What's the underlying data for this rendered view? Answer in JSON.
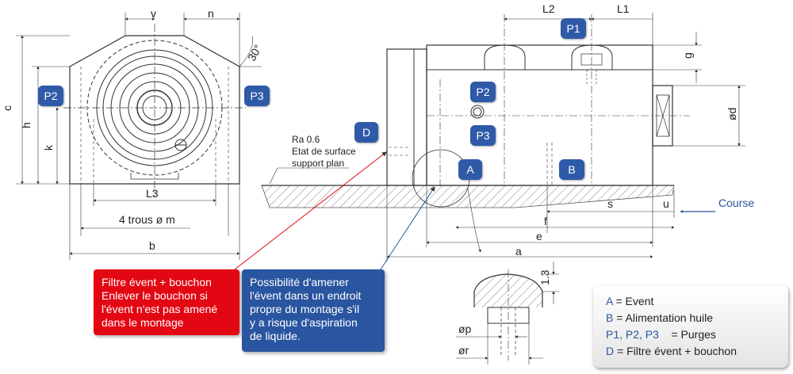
{
  "left_view": {
    "dims": {
      "v": "v",
      "n": "n",
      "angle": "30°",
      "c": "c",
      "h": "h",
      "k": "k",
      "l3": "L3",
      "holes": "4 trous ø m",
      "b": "b"
    }
  },
  "right_view": {
    "dims": {
      "l2": "L2",
      "l1": "L1",
      "g": "g",
      "od": "ød",
      "s": "s",
      "u": "u",
      "f": "f",
      "e": "e",
      "a": "a"
    },
    "note": {
      "line1": "Ra 0.6",
      "line2": "Etat de surface",
      "line3": "support plan"
    },
    "course": "Course"
  },
  "detail_view": {
    "dims": {
      "h13": "1.3",
      "op": "øp",
      "or": "ør"
    }
  },
  "badges": {
    "p1": "P1",
    "p2": "P2",
    "p3": "P3",
    "d": "D",
    "a": "A",
    "b": "B"
  },
  "callouts": {
    "red": [
      "Filtre évent + bouchon",
      "Enlever le bouchon si",
      "l'évent n'est pas amené",
      "dans le montage"
    ],
    "blue": [
      "Possibilité d'amener",
      "l'évent dans un endroit",
      "propre du montage s'il",
      "y a risque d'aspiration",
      "de liquide."
    ]
  },
  "legend": [
    {
      "key": "A",
      "text": " = Event"
    },
    {
      "key": "B",
      "text": " = Alimentation huile"
    },
    {
      "key": "P1, P2, P3",
      "text": "    = Purges"
    },
    {
      "key": "D",
      "text": " = Filtre évent + bouchon"
    }
  ],
  "colors": {
    "badge_blue": "#2f5aa8",
    "callout_red": "#e30613",
    "callout_blue": "#2a55a0",
    "line": "#333333"
  }
}
